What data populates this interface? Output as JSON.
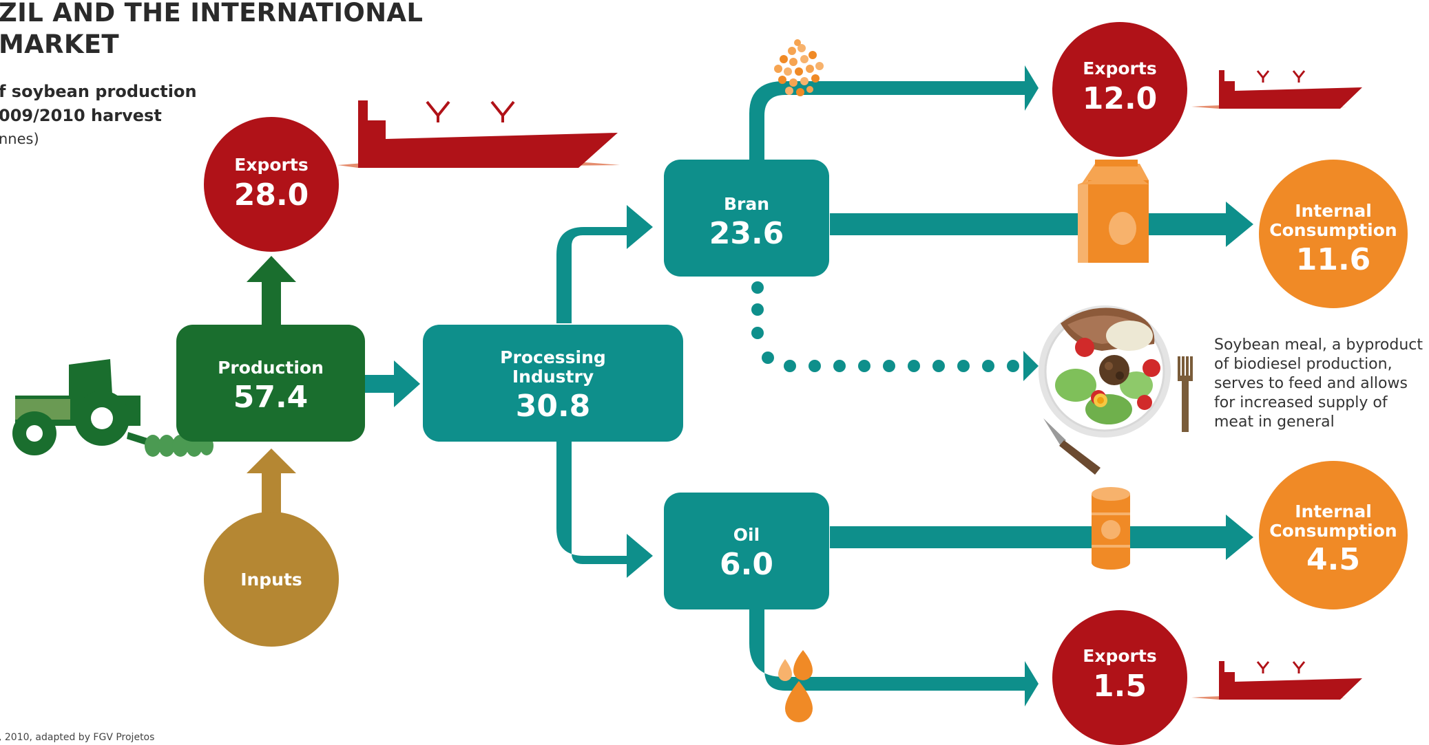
{
  "header": {
    "title_line1": "ZIL AND THE INTERNATIONAL",
    "title_line2": "MARKET",
    "subtitle_line1": "f soybean production",
    "subtitle_line2": "009/2010 harvest",
    "unit": "nnes)"
  },
  "source": ", 2010, adapted by FGV Projetos",
  "note": "Soybean meal, a byproduct of biodiesel production, serves to feed and allows for increased supply of meat in general",
  "colors": {
    "teal": "#0e8f8b",
    "green": "#1a6e2e",
    "red": "#b01218",
    "orange": "#f08a26",
    "gold": "#b58733"
  },
  "nodes": {
    "production": {
      "label": "Production",
      "value": "57.4"
    },
    "inputs": {
      "label": "Inputs"
    },
    "exports_main": {
      "label": "Exports",
      "value": "28.0"
    },
    "processing": {
      "label_line1": "Processing",
      "label_line2": "Industry",
      "value": "30.8"
    },
    "bran": {
      "label": "Bran",
      "value": "23.6"
    },
    "oil": {
      "label": "Oil",
      "value": "6.0"
    },
    "bran_exports": {
      "label": "Exports",
      "value": "12.0"
    },
    "bran_internal": {
      "label_line1": "Internal",
      "label_line2": "Consumption",
      "value": "11.6"
    },
    "oil_internal": {
      "label_line1": "Internal",
      "label_line2": "Consumption",
      "value": "4.5"
    },
    "oil_exports": {
      "label": "Exports",
      "value": "1.5"
    }
  },
  "icons": [
    "tractor-icon",
    "ship-icon",
    "soybeans-icon",
    "milk-carton-icon",
    "meal-plate-icon",
    "fork-icon",
    "knife-icon",
    "oil-can-icon",
    "oil-drops-icon"
  ]
}
